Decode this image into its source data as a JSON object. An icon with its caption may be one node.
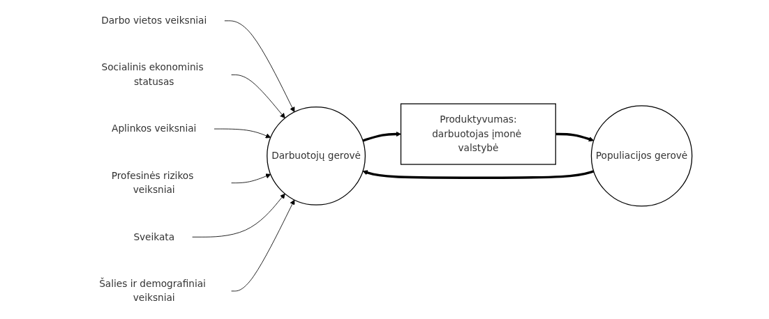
{
  "diagram": {
    "nodes": [
      {
        "text": [
          "Darbo vietos veiksniai"
        ]
      },
      {
        "text": [
          "Socialinis ekonominis statusas"
        ]
      },
      {
        "text": [
          "Aplinkos veiksniai"
        ]
      },
      {
        "text": [
          "Darbuotojų gerovė"
        ]
      },
      {
        "text": [
          "Produktyvumas:",
          "darbuotojas įmonė valstybė"
        ]
      },
      {
        "text": [
          "Populiacijos gerovė"
        ]
      },
      {
        "text": [
          "Profesinės rizikos veiksniai"
        ]
      },
      {
        "text": [
          "Sveikata"
        ]
      },
      {
        "text": [
          "Šalies ir demografiniai veiksniai"
        ]
      }
    ],
    "edges": [
      {
        "from": 0,
        "to": 3,
        "arrow": "to"
      },
      {
        "from": 1,
        "to": 3,
        "arrow": "to"
      },
      {
        "from": 2,
        "to": 3,
        "arrow": "to"
      },
      {
        "from": 6,
        "to": 3,
        "arrow": "to"
      },
      {
        "from": 7,
        "to": 3,
        "arrow": "to"
      },
      {
        "from": 8,
        "to": 3,
        "arrow": "to"
      },
      {
        "from": 3,
        "to": 4,
        "arrow": "to",
        "style": "thick"
      },
      {
        "from": 4,
        "to": 5,
        "arrow": "to",
        "style": "thick"
      },
      {
        "from": 5,
        "to": 3,
        "arrow": "to",
        "style": "thick"
      }
    ]
  }
}
